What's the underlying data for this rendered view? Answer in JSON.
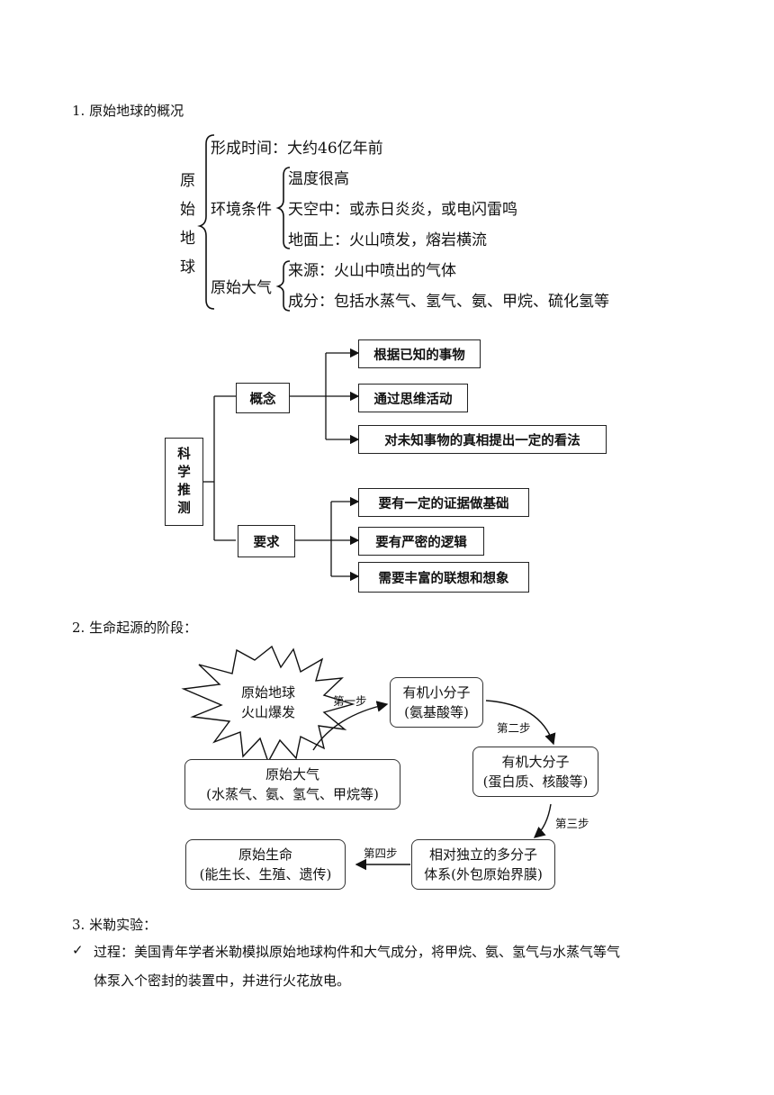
{
  "sections": {
    "s1": "1. 原始地球的概况",
    "s2": "2. 生命起源的阶段：",
    "s3": "3. 米勒实验：",
    "s3_point_text": "过程：美国青年学者米勒模拟原始地球构件和大气成分，将甲烷、氨、氢气与水蒸气等气",
    "s3_point_text2": "体泵入个密封的装置中，并进行火花放电。"
  },
  "tree1": {
    "root": [
      "原",
      "始",
      "地",
      "球"
    ],
    "formation": "形成时间：大约46亿年前",
    "env_label": "环境条件",
    "env_items": [
      "温度很高",
      "天空中：或赤日炎炎，或电闪雷鸣",
      "地面上：火山喷发，熔岩横流"
    ],
    "atmo_label": "原始大气",
    "atmo_items": [
      "来源：火山中喷出的气体",
      "成分：包括水蒸气、氢气、氨、甲烷、硫化氢等"
    ]
  },
  "tree2": {
    "root": [
      "科",
      "学",
      "推",
      "测"
    ],
    "concept_label": "概念",
    "concept_items": [
      "根据已知的事物",
      "通过思维活动",
      "对未知事物的真相提出一定的看法"
    ],
    "req_label": "要求",
    "req_items": [
      "要有一定的证据做基础",
      "要有严密的逻辑",
      "需要丰富的联想和想象"
    ]
  },
  "flow": {
    "volcano": [
      "原始地球",
      "火山爆发"
    ],
    "atmosphere": [
      "原始大气",
      "(水蒸气、氨、氢气、甲烷等)"
    ],
    "small": [
      "有机小分子",
      "(氨基酸等)"
    ],
    "large": [
      "有机大分子",
      "(蛋白质、核酸等)"
    ],
    "system": [
      "相对独立的多分子",
      "体系(外包原始界膜)"
    ],
    "life": [
      "原始生命",
      "(能生长、生殖、遗传)"
    ],
    "step1": "第一步",
    "step2": "第二步",
    "step3": "第三步",
    "step4": "第四步"
  }
}
